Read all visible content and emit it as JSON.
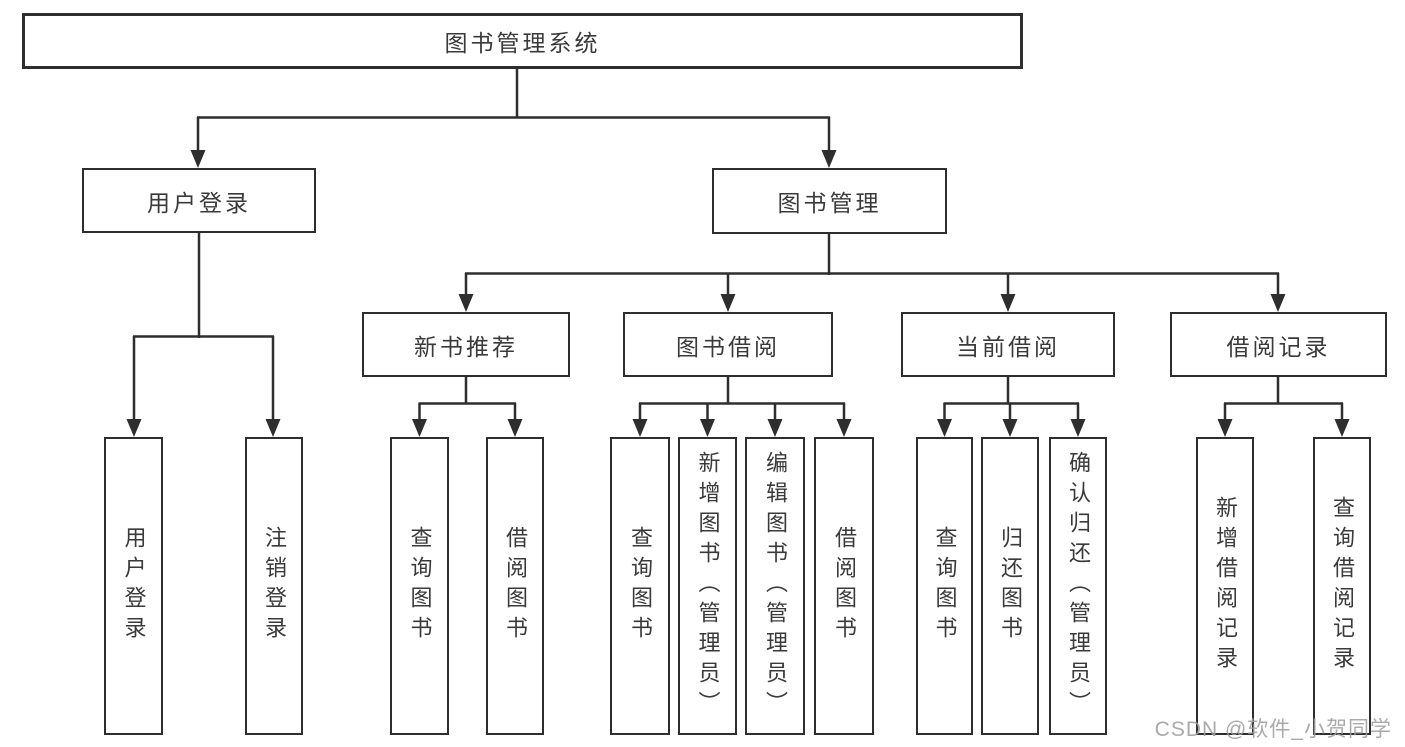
{
  "page": {
    "background_color": "#ffffff",
    "line_color": "#2e2e2e",
    "text_color": "#3a3a3a",
    "watermark_color": "#9e9e9e"
  },
  "diagram": {
    "type": "hierarchy-tree",
    "root": {
      "label": "图书管理系统"
    },
    "level2": [
      {
        "id": "user-login",
        "label": "用户登录"
      },
      {
        "id": "book-management",
        "label": "图书管理"
      }
    ],
    "level3": [
      {
        "id": "new-book-recommend",
        "parent": "book-management",
        "label": "新书推荐"
      },
      {
        "id": "book-borrowing",
        "parent": "book-management",
        "label": "图书借阅"
      },
      {
        "id": "current-borrowing",
        "parent": "book-management",
        "label": "当前借阅"
      },
      {
        "id": "borrowing-records",
        "parent": "book-management",
        "label": "借阅记录"
      }
    ],
    "leaves": [
      {
        "parent": "user-login",
        "label": "用户登录"
      },
      {
        "parent": "user-login",
        "label": "注销登录"
      },
      {
        "parent": "new-book-recommend",
        "label": "查询图书"
      },
      {
        "parent": "new-book-recommend",
        "label": "借阅图书"
      },
      {
        "parent": "book-borrowing",
        "label": "查询图书"
      },
      {
        "parent": "book-borrowing",
        "label": "新增图书（管理员）"
      },
      {
        "parent": "book-borrowing",
        "label": "编辑图书（管理员）"
      },
      {
        "parent": "book-borrowing",
        "label": "借阅图书"
      },
      {
        "parent": "current-borrowing",
        "label": "查询图书"
      },
      {
        "parent": "current-borrowing",
        "label": "归还图书"
      },
      {
        "parent": "current-borrowing",
        "label": "确认归还（管理员）"
      },
      {
        "parent": "borrowing-records",
        "label": "新增借阅记录"
      },
      {
        "parent": "borrowing-records",
        "label": "查询借阅记录"
      }
    ],
    "watermark": "CSDN @软件_小贺同学"
  }
}
